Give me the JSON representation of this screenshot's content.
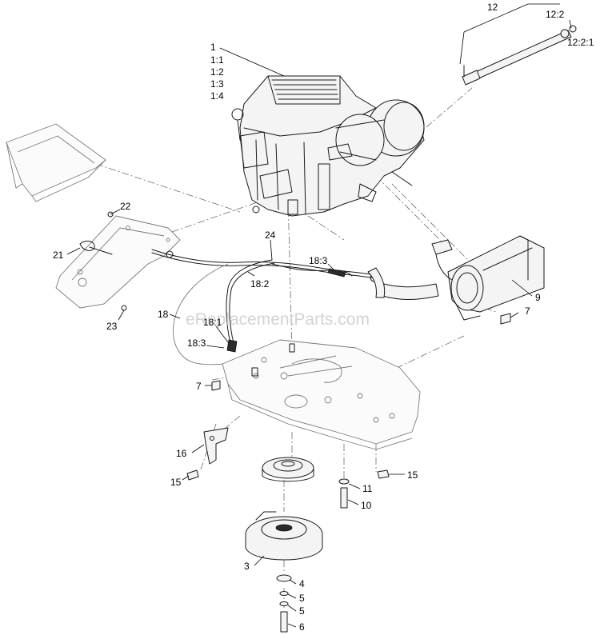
{
  "watermark": "eReplacementParts.com",
  "callouts": {
    "c1": "1",
    "c1_1": "1:1",
    "c1_2": "1:2",
    "c1_3": "1:3",
    "c1_4": "1:4",
    "c12": "12",
    "c12_2": "12:2",
    "c12_2_1": "12:2:1",
    "c22": "22",
    "c21": "21",
    "c23": "23",
    "c24": "24",
    "c18_3a": "18:3",
    "c18_2": "18:2",
    "c18": "18",
    "c18_1": "18:1",
    "c18_3b": "18:3",
    "c9": "9",
    "c7a": "7",
    "c7b": "7",
    "c16": "16",
    "c15a": "15",
    "c15b": "15",
    "c11": "11",
    "c10": "10",
    "c3": "3",
    "c4": "4",
    "c5a": "5",
    "c5b": "5",
    "c6": "6"
  }
}
